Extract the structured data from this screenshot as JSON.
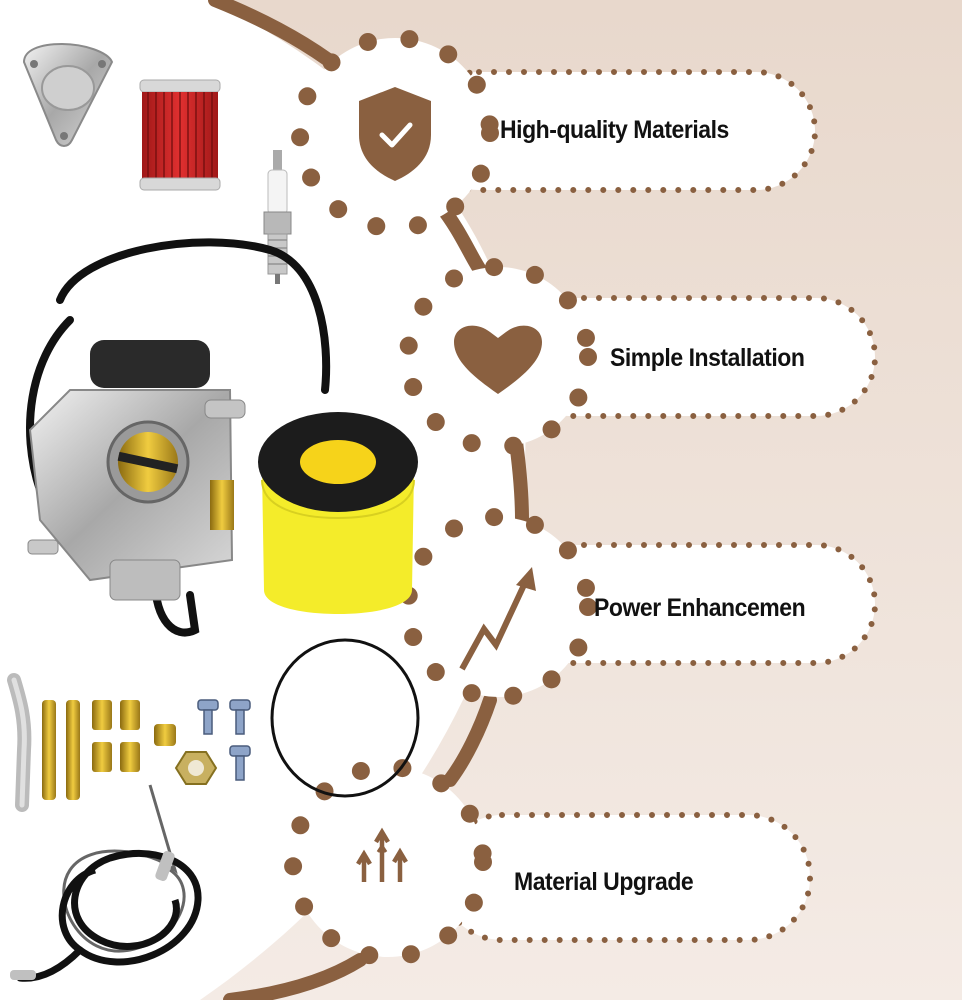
{
  "features": [
    {
      "label": "High-quality Materials",
      "icon": "shield-check-icon"
    },
    {
      "label": "Simple Installation",
      "icon": "heart-icon"
    },
    {
      "label": "Power Enhancemen",
      "icon": "trend-up-arrow-icon"
    },
    {
      "label": "Material Upgrade",
      "icon": "upgrade-arrows-icon"
    }
  ],
  "colors": {
    "accent": "#8a6040",
    "panel": "#efe2d8",
    "dots": "#8a6040"
  }
}
